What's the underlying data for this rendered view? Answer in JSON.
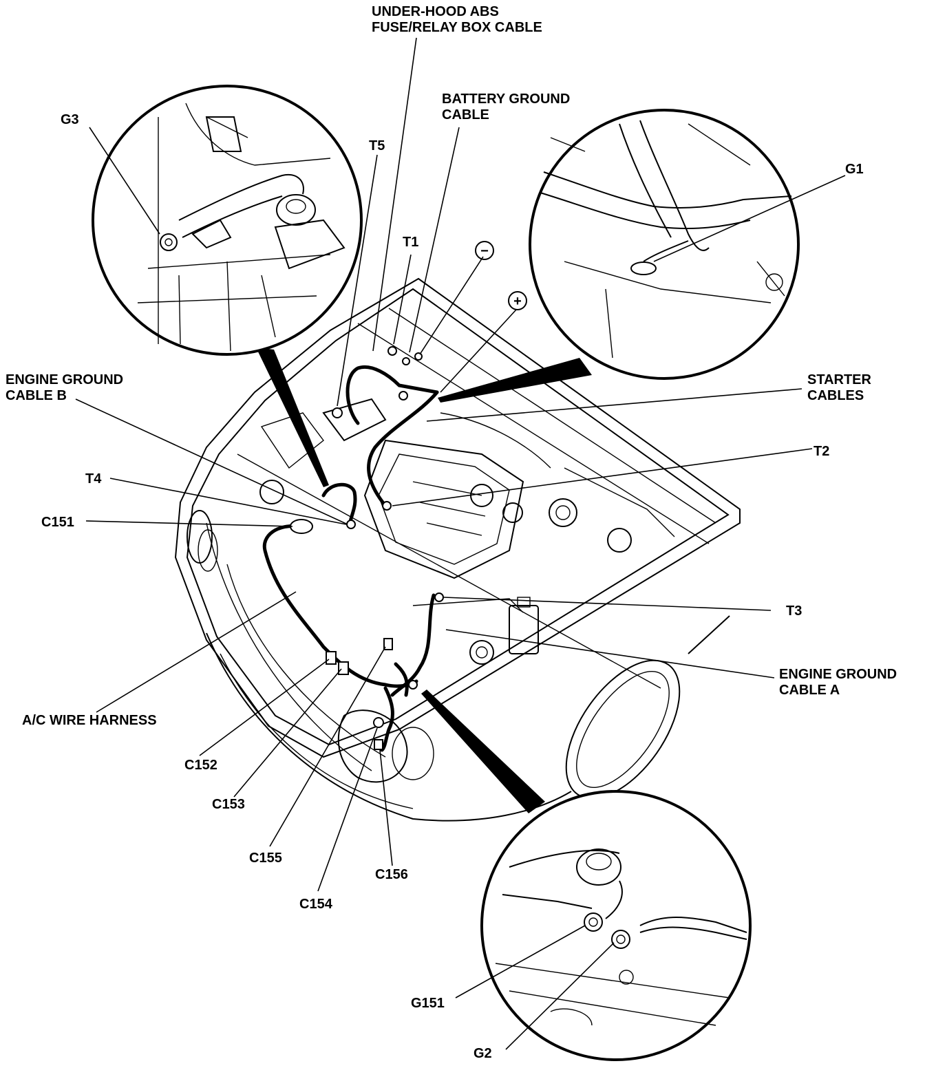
{
  "labels": {
    "abs_cable": [
      "UNDER-HOOD ABS",
      "FUSE/RELAY BOX CABLE"
    ],
    "battery_ground": [
      "BATTERY GROUND",
      "CABLE"
    ],
    "g3": "G3",
    "t5": "T5",
    "t1": "T1",
    "g1": "G1",
    "minus": "−",
    "plus": "+",
    "engine_ground_b": [
      "ENGINE GROUND",
      "CABLE B"
    ],
    "starter": [
      "STARTER",
      "CABLES"
    ],
    "t2": "T2",
    "t4": "T4",
    "c151": "C151",
    "t3": "T3",
    "engine_ground_a": [
      "ENGINE GROUND",
      "CABLE A"
    ],
    "ac_harness": "A/C WIRE HARNESS",
    "c152": "C152",
    "c153": "C153",
    "c155": "C155",
    "c156": "C156",
    "c154": "C154",
    "g151": "G151",
    "g2": "G2"
  }
}
